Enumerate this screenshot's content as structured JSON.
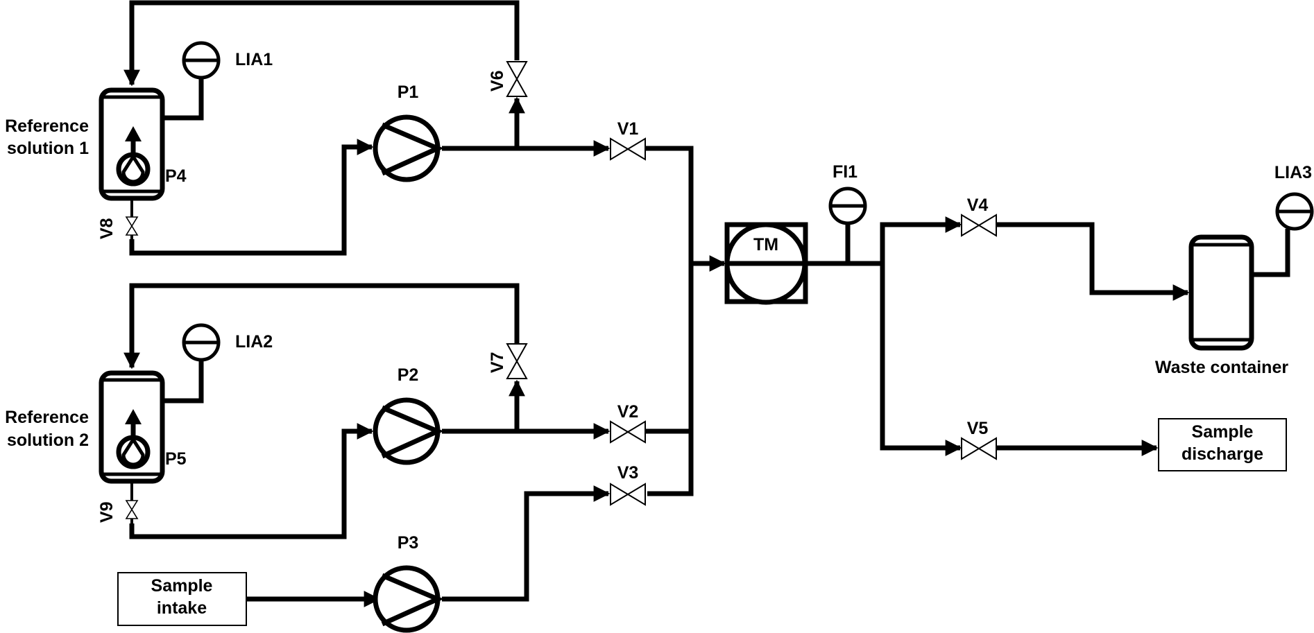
{
  "tanks": {
    "ref1": {
      "label_line1": "Reference",
      "label_line2": "solution 1",
      "inner_pump": "P4",
      "drain_valve": "V8",
      "level_indicator": "LIA1"
    },
    "ref2": {
      "label_line1": "Reference",
      "label_line2": "solution 2",
      "inner_pump": "P5",
      "drain_valve": "V9",
      "level_indicator": "LIA2"
    },
    "waste": {
      "label": "Waste container",
      "level_indicator": "LIA3"
    }
  },
  "pumps": {
    "p1": "P1",
    "p2": "P2",
    "p3": "P3"
  },
  "valves": {
    "v1": "V1",
    "v2": "V2",
    "v3": "V3",
    "v4": "V4",
    "v5": "V5",
    "v6": "V6",
    "v7": "V7"
  },
  "instruments": {
    "flow": "FI1",
    "measurement": "TM"
  },
  "boxes": {
    "intake_line1": "Sample",
    "intake_line2": "intake",
    "discharge_line1": "Sample",
    "discharge_line2": "discharge"
  }
}
